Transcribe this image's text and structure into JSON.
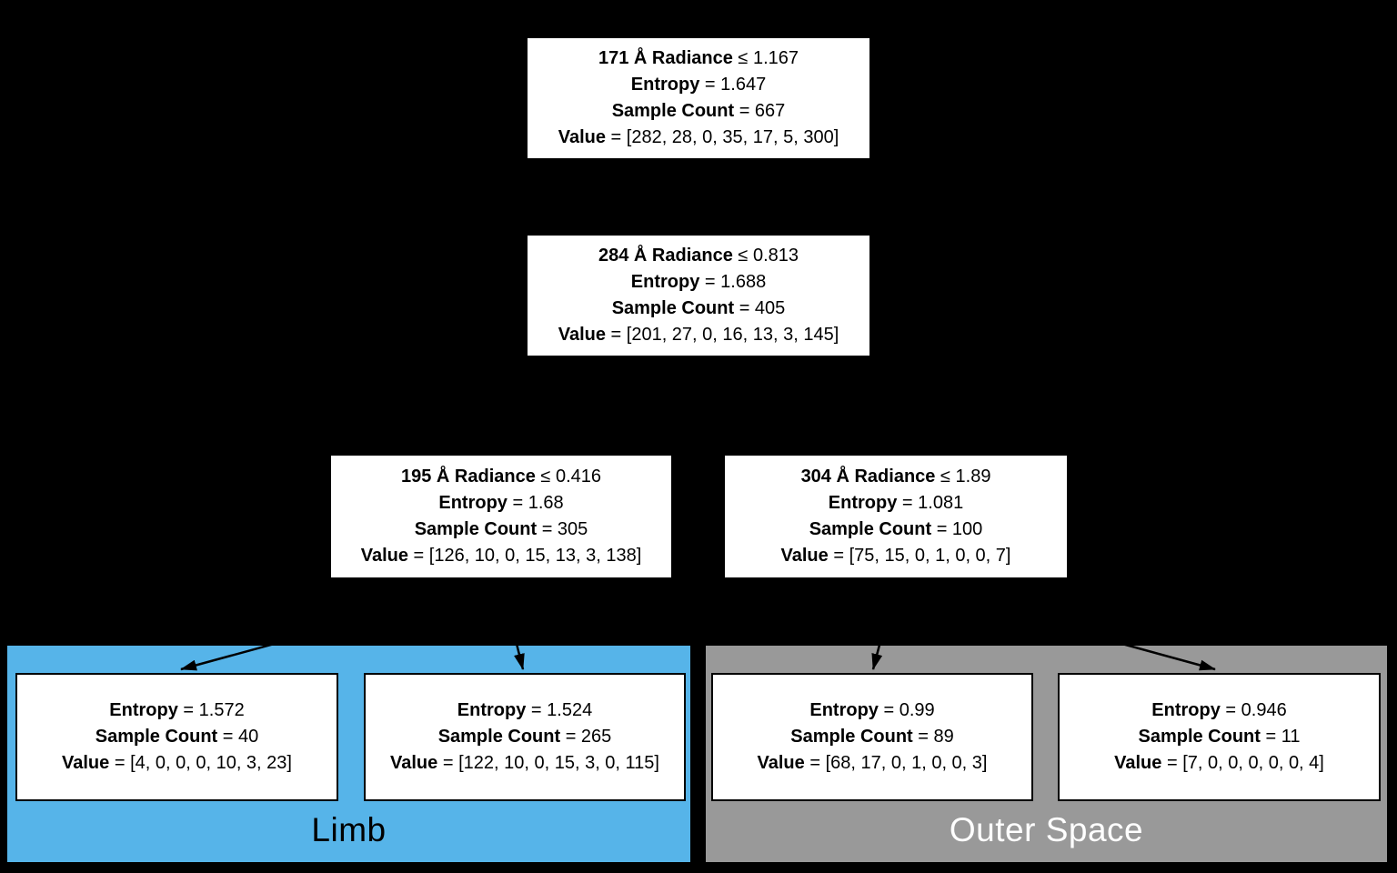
{
  "canvas": {
    "background": "#000000",
    "node_fill": "#FFFFFF",
    "node_border": "#000000",
    "edge_color": "#000000"
  },
  "labels": {
    "entropy": "Entropy",
    "samples": "Sample Count",
    "value": "Value"
  },
  "nodes": {
    "root": {
      "feature": "171 Å Radiance",
      "threshold": " ≤ 1.167",
      "entropy": " = 1.647",
      "samples": " = 667",
      "value": " = [282, 28, 0, 35, 17, 5, 300]"
    },
    "node_284": {
      "feature": "284 Å Radiance",
      "threshold": " ≤ 0.813",
      "entropy": " = 1.688",
      "samples": " = 405",
      "value": " = [201, 27, 0, 16, 13, 3, 145]"
    },
    "node_195": {
      "feature": "195 Å Radiance",
      "threshold": " ≤ 0.416",
      "entropy": " = 1.68",
      "samples": " = 305",
      "value": " = [126, 10, 0, 15, 13, 3, 138]"
    },
    "node_304": {
      "feature": "304 Å Radiance",
      "threshold": " ≤ 1.89",
      "entropy": " = 1.081",
      "samples": " = 100",
      "value": " = [75, 15, 0, 1, 0, 0, 7]"
    },
    "leaf_limb_1": {
      "entropy": " = 1.572",
      "samples": " = 40",
      "value": " = [4, 0, 0, 0, 10, 3, 23]"
    },
    "leaf_limb_2": {
      "entropy": " = 1.524",
      "samples": " = 265",
      "value": " = [122, 10, 0, 15, 3, 0, 115]"
    },
    "leaf_outer_1": {
      "entropy": " = 0.99",
      "samples": " = 89",
      "value": " = [68, 17, 0, 1, 0, 0, 3]"
    },
    "leaf_outer_2": {
      "entropy": " = 0.946",
      "samples": " = 11",
      "value": " = [7, 0, 0, 0, 0, 0, 4]"
    }
  },
  "regions": {
    "limb": {
      "label": "Limb",
      "color": "#56B4E9",
      "label_color": "#000000"
    },
    "outer_space": {
      "label": "Outer Space",
      "color": "#999999",
      "label_color": "#FFFFFF"
    }
  }
}
